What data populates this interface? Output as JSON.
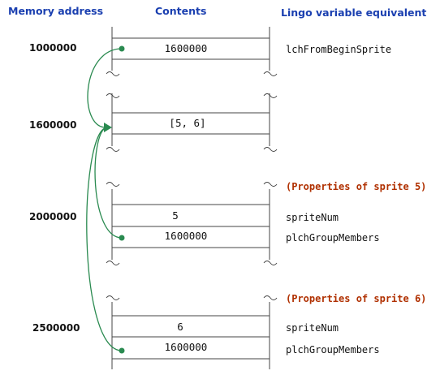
{
  "headers": {
    "address": "Memory address",
    "contents": "Contents",
    "lingo": "Lingo variable equivalent"
  },
  "addresses": [
    "1000000",
    "1600000",
    "2000000",
    "2500000"
  ],
  "cells": {
    "lch_from_begin_sprite": "1600000",
    "list_value": "[5, 6]",
    "sprite5_num": "5",
    "sprite5_group": "1600000",
    "sprite6_num": "6",
    "sprite6_group": "1600000"
  },
  "lingo": {
    "lch_from_begin_sprite": "lchFromBeginSprite",
    "sprite5_num": "spriteNum",
    "sprite5_group": "plchGroupMembers",
    "sprite6_num": "spriteNum",
    "sprite6_group": "plchGroupMembers"
  },
  "notes": {
    "sprite5": "(Properties of sprite 5)",
    "sprite6": "(Properties of sprite 6)"
  },
  "colors": {
    "header": "#1a3fb0",
    "note": "#b03000",
    "pointer": "#2a8a50"
  }
}
